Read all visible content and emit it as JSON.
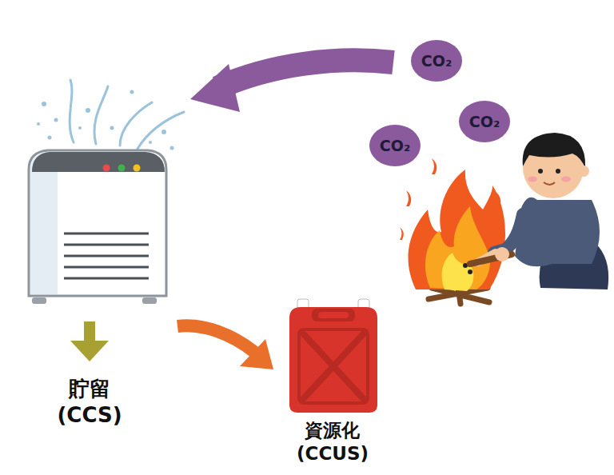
{
  "diagram": {
    "nodes": [
      {
        "text": [
          "CO₂"
        ]
      },
      {
        "text": [
          "CO₂"
        ]
      },
      {
        "text": [
          "CO₂"
        ]
      }
    ],
    "labels": [
      "貯留 (CCS)",
      "資源化 (CCUS)"
    ]
  }
}
